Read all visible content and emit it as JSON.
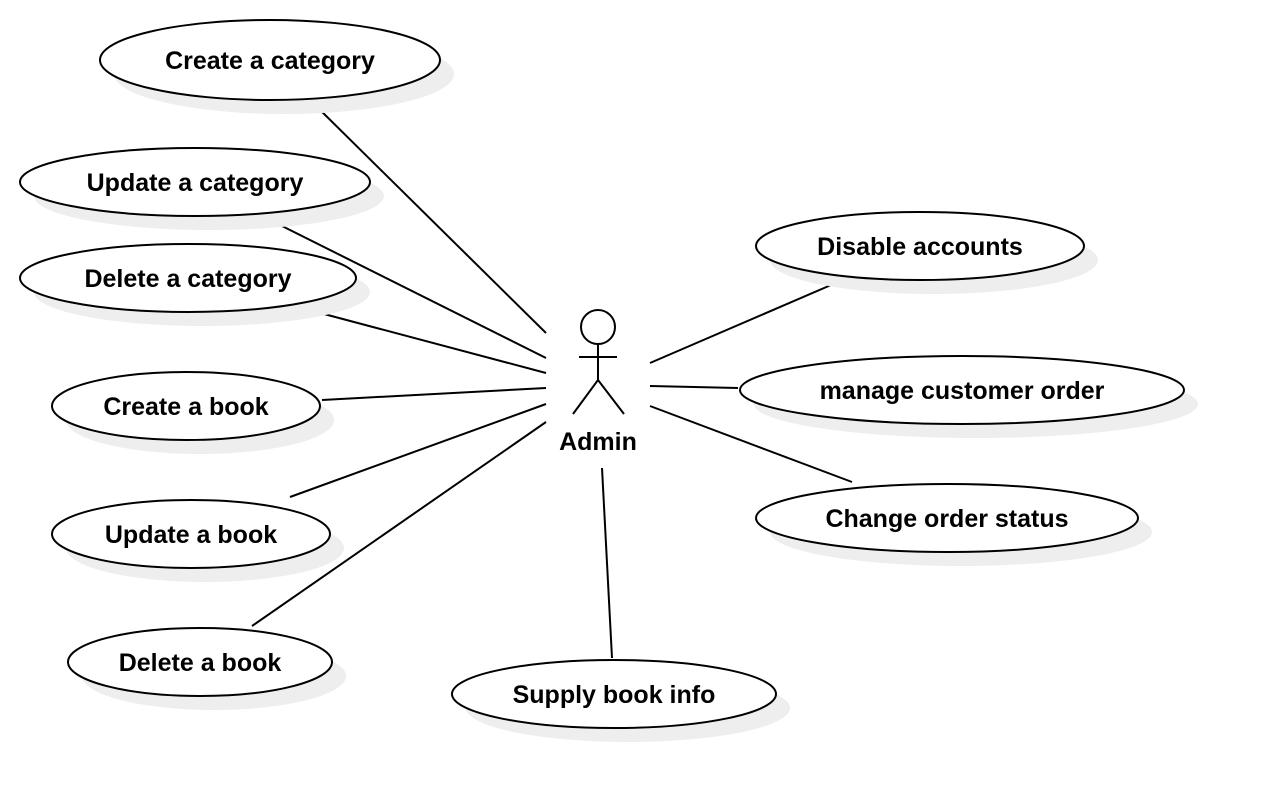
{
  "diagram": {
    "actor": {
      "name": "Admin"
    },
    "use_cases": [
      {
        "id": "create-category",
        "label": "Create a category"
      },
      {
        "id": "update-category",
        "label": "Update a category"
      },
      {
        "id": "delete-category",
        "label": "Delete a category"
      },
      {
        "id": "create-book",
        "label": "Create a book"
      },
      {
        "id": "update-book",
        "label": "Update a book"
      },
      {
        "id": "delete-book",
        "label": "Delete a book"
      },
      {
        "id": "supply-book-info",
        "label": "Supply book info"
      },
      {
        "id": "disable-accounts",
        "label": "Disable accounts"
      },
      {
        "id": "manage-customer-order",
        "label": "manage customer order"
      },
      {
        "id": "change-order-status",
        "label": "Change order status"
      }
    ],
    "associations": [
      {
        "from": "Admin",
        "to": "create-category"
      },
      {
        "from": "Admin",
        "to": "update-category"
      },
      {
        "from": "Admin",
        "to": "delete-category"
      },
      {
        "from": "Admin",
        "to": "create-book"
      },
      {
        "from": "Admin",
        "to": "update-book"
      },
      {
        "from": "Admin",
        "to": "delete-book"
      },
      {
        "from": "Admin",
        "to": "supply-book-info"
      },
      {
        "from": "Admin",
        "to": "disable-accounts"
      },
      {
        "from": "Admin",
        "to": "manage-customer-order"
      },
      {
        "from": "Admin",
        "to": "change-order-status"
      }
    ],
    "colors": {
      "stroke": "#000000",
      "fill": "#ffffff",
      "shadow": "#eeeeee",
      "background": "#ffffff"
    }
  }
}
